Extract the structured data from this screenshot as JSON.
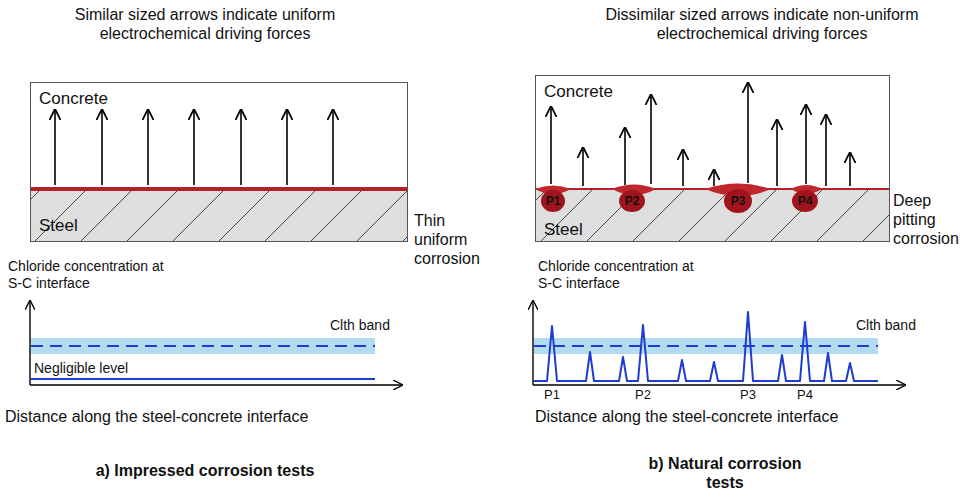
{
  "diagram": {
    "nodes": [
      {
        "text": [
          "Concrete",
          "Steel"
        ]
      },
      {
        "text": [
          "Concrete",
          "Steel"
        ]
      }
    ],
    "labels": [
      "Similar sized arrows indicate uniform electrochemical driving forces",
      "Thin uniform corrosion",
      "Chloride concentration at S-C interface",
      "Clth band",
      "Negligible level",
      "Distance along the steel-concrete interface",
      "a) Impressed corrosion tests",
      "Dissimilar sized arrows indicate non-uniform electrochemical driving forces",
      "Deep pitting corrosion",
      "P1",
      "P2",
      "P3",
      "P4",
      "Chloride concentration at S-C interface",
      "Clth band",
      "P1",
      "P2",
      "P3",
      "P4",
      "Distance along the steel-concrete interface",
      "b) Natural corrosion tests"
    ]
  }
}
